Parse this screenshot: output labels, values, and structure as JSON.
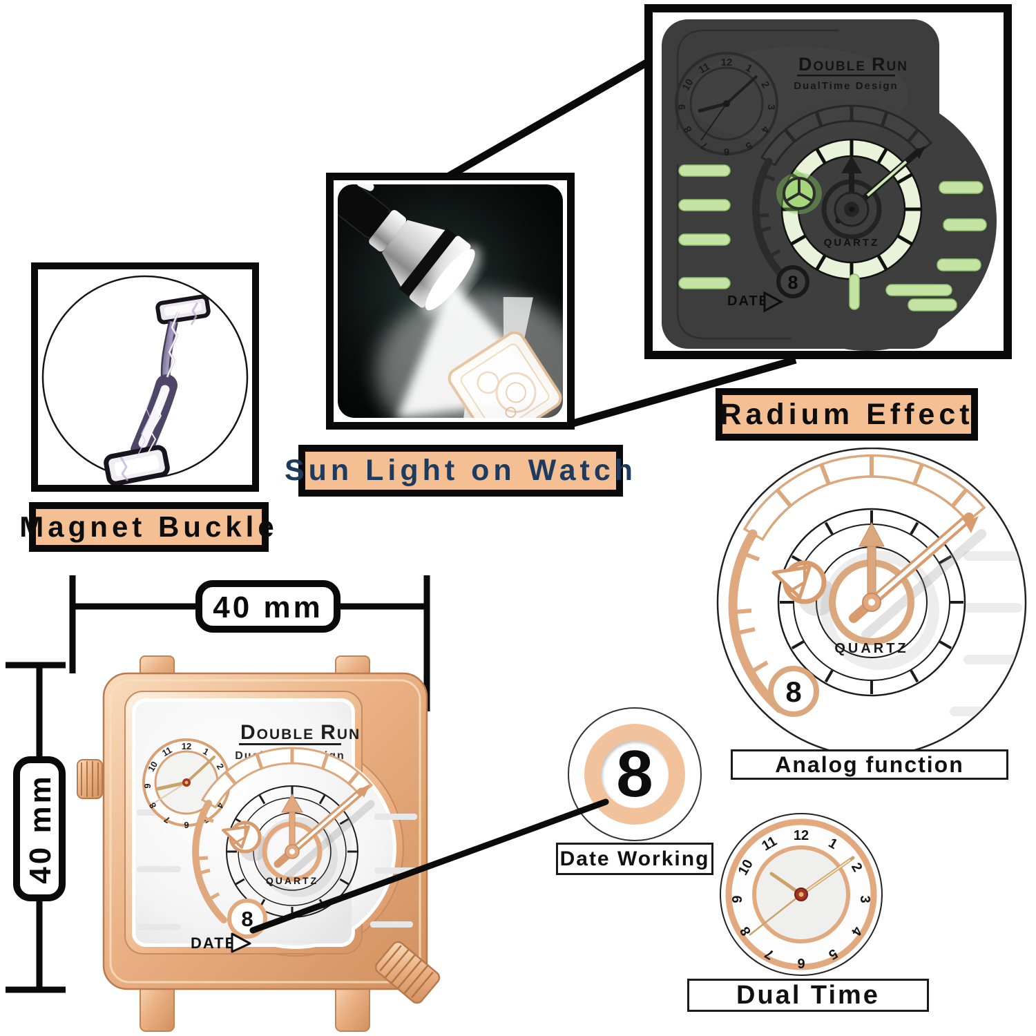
{
  "brand": {
    "parts": [
      "D",
      "OUBLE",
      "R",
      "UN"
    ],
    "tagline": "DualTime Design"
  },
  "dial": {
    "quartz": "QUARTZ",
    "date_label": "DATE",
    "date_value": "8",
    "subdial_numbers": [
      "12",
      "1",
      "2",
      "3",
      "4",
      "5",
      "6",
      "7",
      "8",
      "9",
      "10",
      "11"
    ]
  },
  "callouts": {
    "radium": "Radium Effect",
    "sunlight": "Sun Light on Watch",
    "magnet": "Magnet Buckle",
    "analog": "Analog function",
    "date_working": "Date Working",
    "dual_time": "Dual Time"
  },
  "dimensions": {
    "width": "40 mm",
    "height": "40 mm"
  },
  "colors": {
    "label_bg": "#f4bf93",
    "rose_gold": "#dfa378",
    "lume_green": "#cfe8b0",
    "dark_face": "#3d3d3d",
    "sunlight_text": "#1d3a5f",
    "line_black": "#0a0a0a"
  }
}
